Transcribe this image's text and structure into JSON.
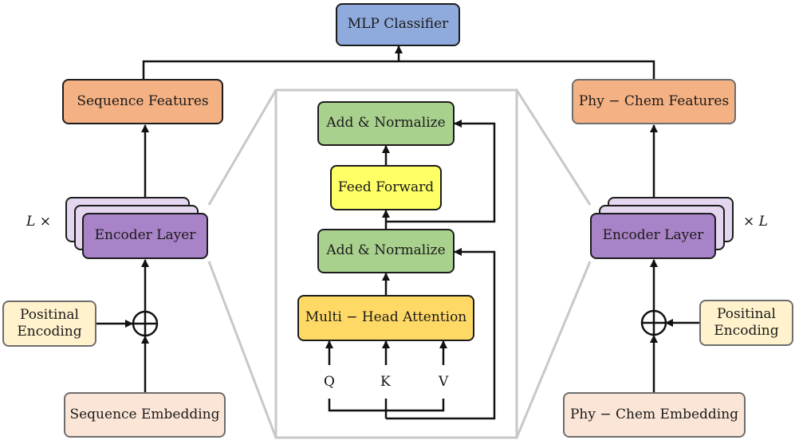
{
  "diagram": {
    "mlp_classifier": "MLP Classifier",
    "left": {
      "features": "Sequence Features",
      "encoder": "Encoder Layer",
      "multiplier_symbol": "L",
      "multiplier_times": "×",
      "pos_encoding": "Positinal Encoding",
      "embedding": "Sequence Embedding"
    },
    "right": {
      "features": "Phy − Chem Features",
      "encoder": "Encoder Layer",
      "multiplier_symbol": "L",
      "multiplier_times": "×",
      "pos_encoding": "Positinal Encoding",
      "embedding": "Phy − Chem Embedding"
    },
    "detail": {
      "add_norm_top": "Add & Normalize",
      "feed_forward": "Feed Forward",
      "add_norm_bottom": "Add & Normalize",
      "attention": "Multi − Head Attention",
      "q": "Q",
      "k": "K",
      "v": "V"
    }
  },
  "colors": {
    "mlp": "#8faadc",
    "features": "#f4b183",
    "encoder": "#a883c7",
    "encoder_stack": "#e3d6ee",
    "add_norm": "#a9d18e",
    "feed_forward": "#ffff66",
    "attention": "#ffd966",
    "pos_encoding": "#fff2cc",
    "embedding": "#fbe5d6",
    "detail_frame": "#c8c8c8"
  }
}
